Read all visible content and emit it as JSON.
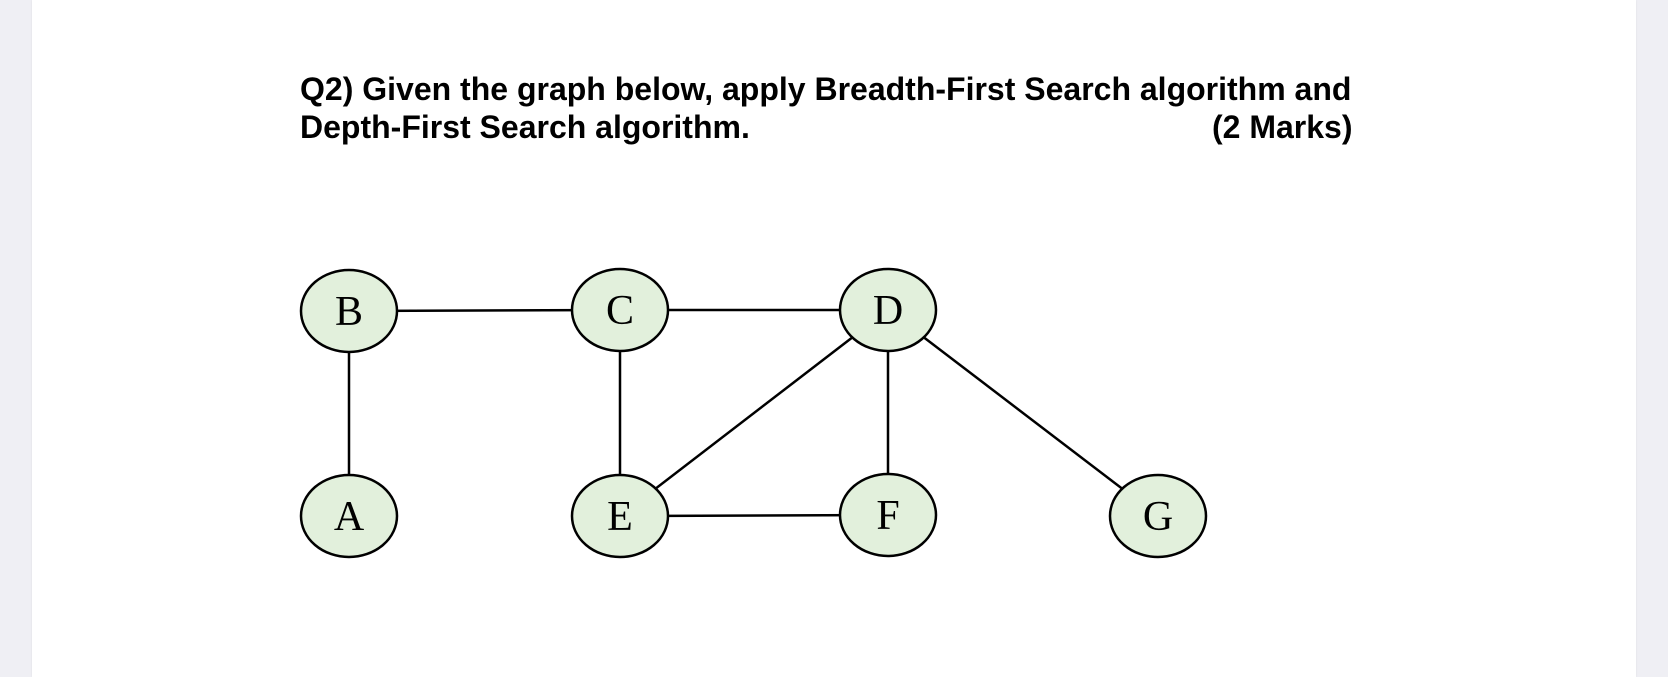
{
  "question": {
    "line1": "Q2) Given the graph below, apply Breadth-First Search algorithm and",
    "line2": "Depth-First Search algorithm.",
    "marks": "(2 Marks)"
  },
  "graph": {
    "node_fill": "#e2f0dc",
    "node_stroke": "#000000",
    "nodes": [
      {
        "id": "B",
        "label": "B"
      },
      {
        "id": "C",
        "label": "C"
      },
      {
        "id": "D",
        "label": "D"
      },
      {
        "id": "A",
        "label": "A"
      },
      {
        "id": "E",
        "label": "E"
      },
      {
        "id": "F",
        "label": "F"
      },
      {
        "id": "G",
        "label": "G"
      }
    ],
    "edges": [
      [
        "B",
        "C"
      ],
      [
        "C",
        "D"
      ],
      [
        "B",
        "A"
      ],
      [
        "C",
        "E"
      ],
      [
        "D",
        "E"
      ],
      [
        "D",
        "F"
      ],
      [
        "D",
        "G"
      ],
      [
        "E",
        "F"
      ]
    ]
  }
}
